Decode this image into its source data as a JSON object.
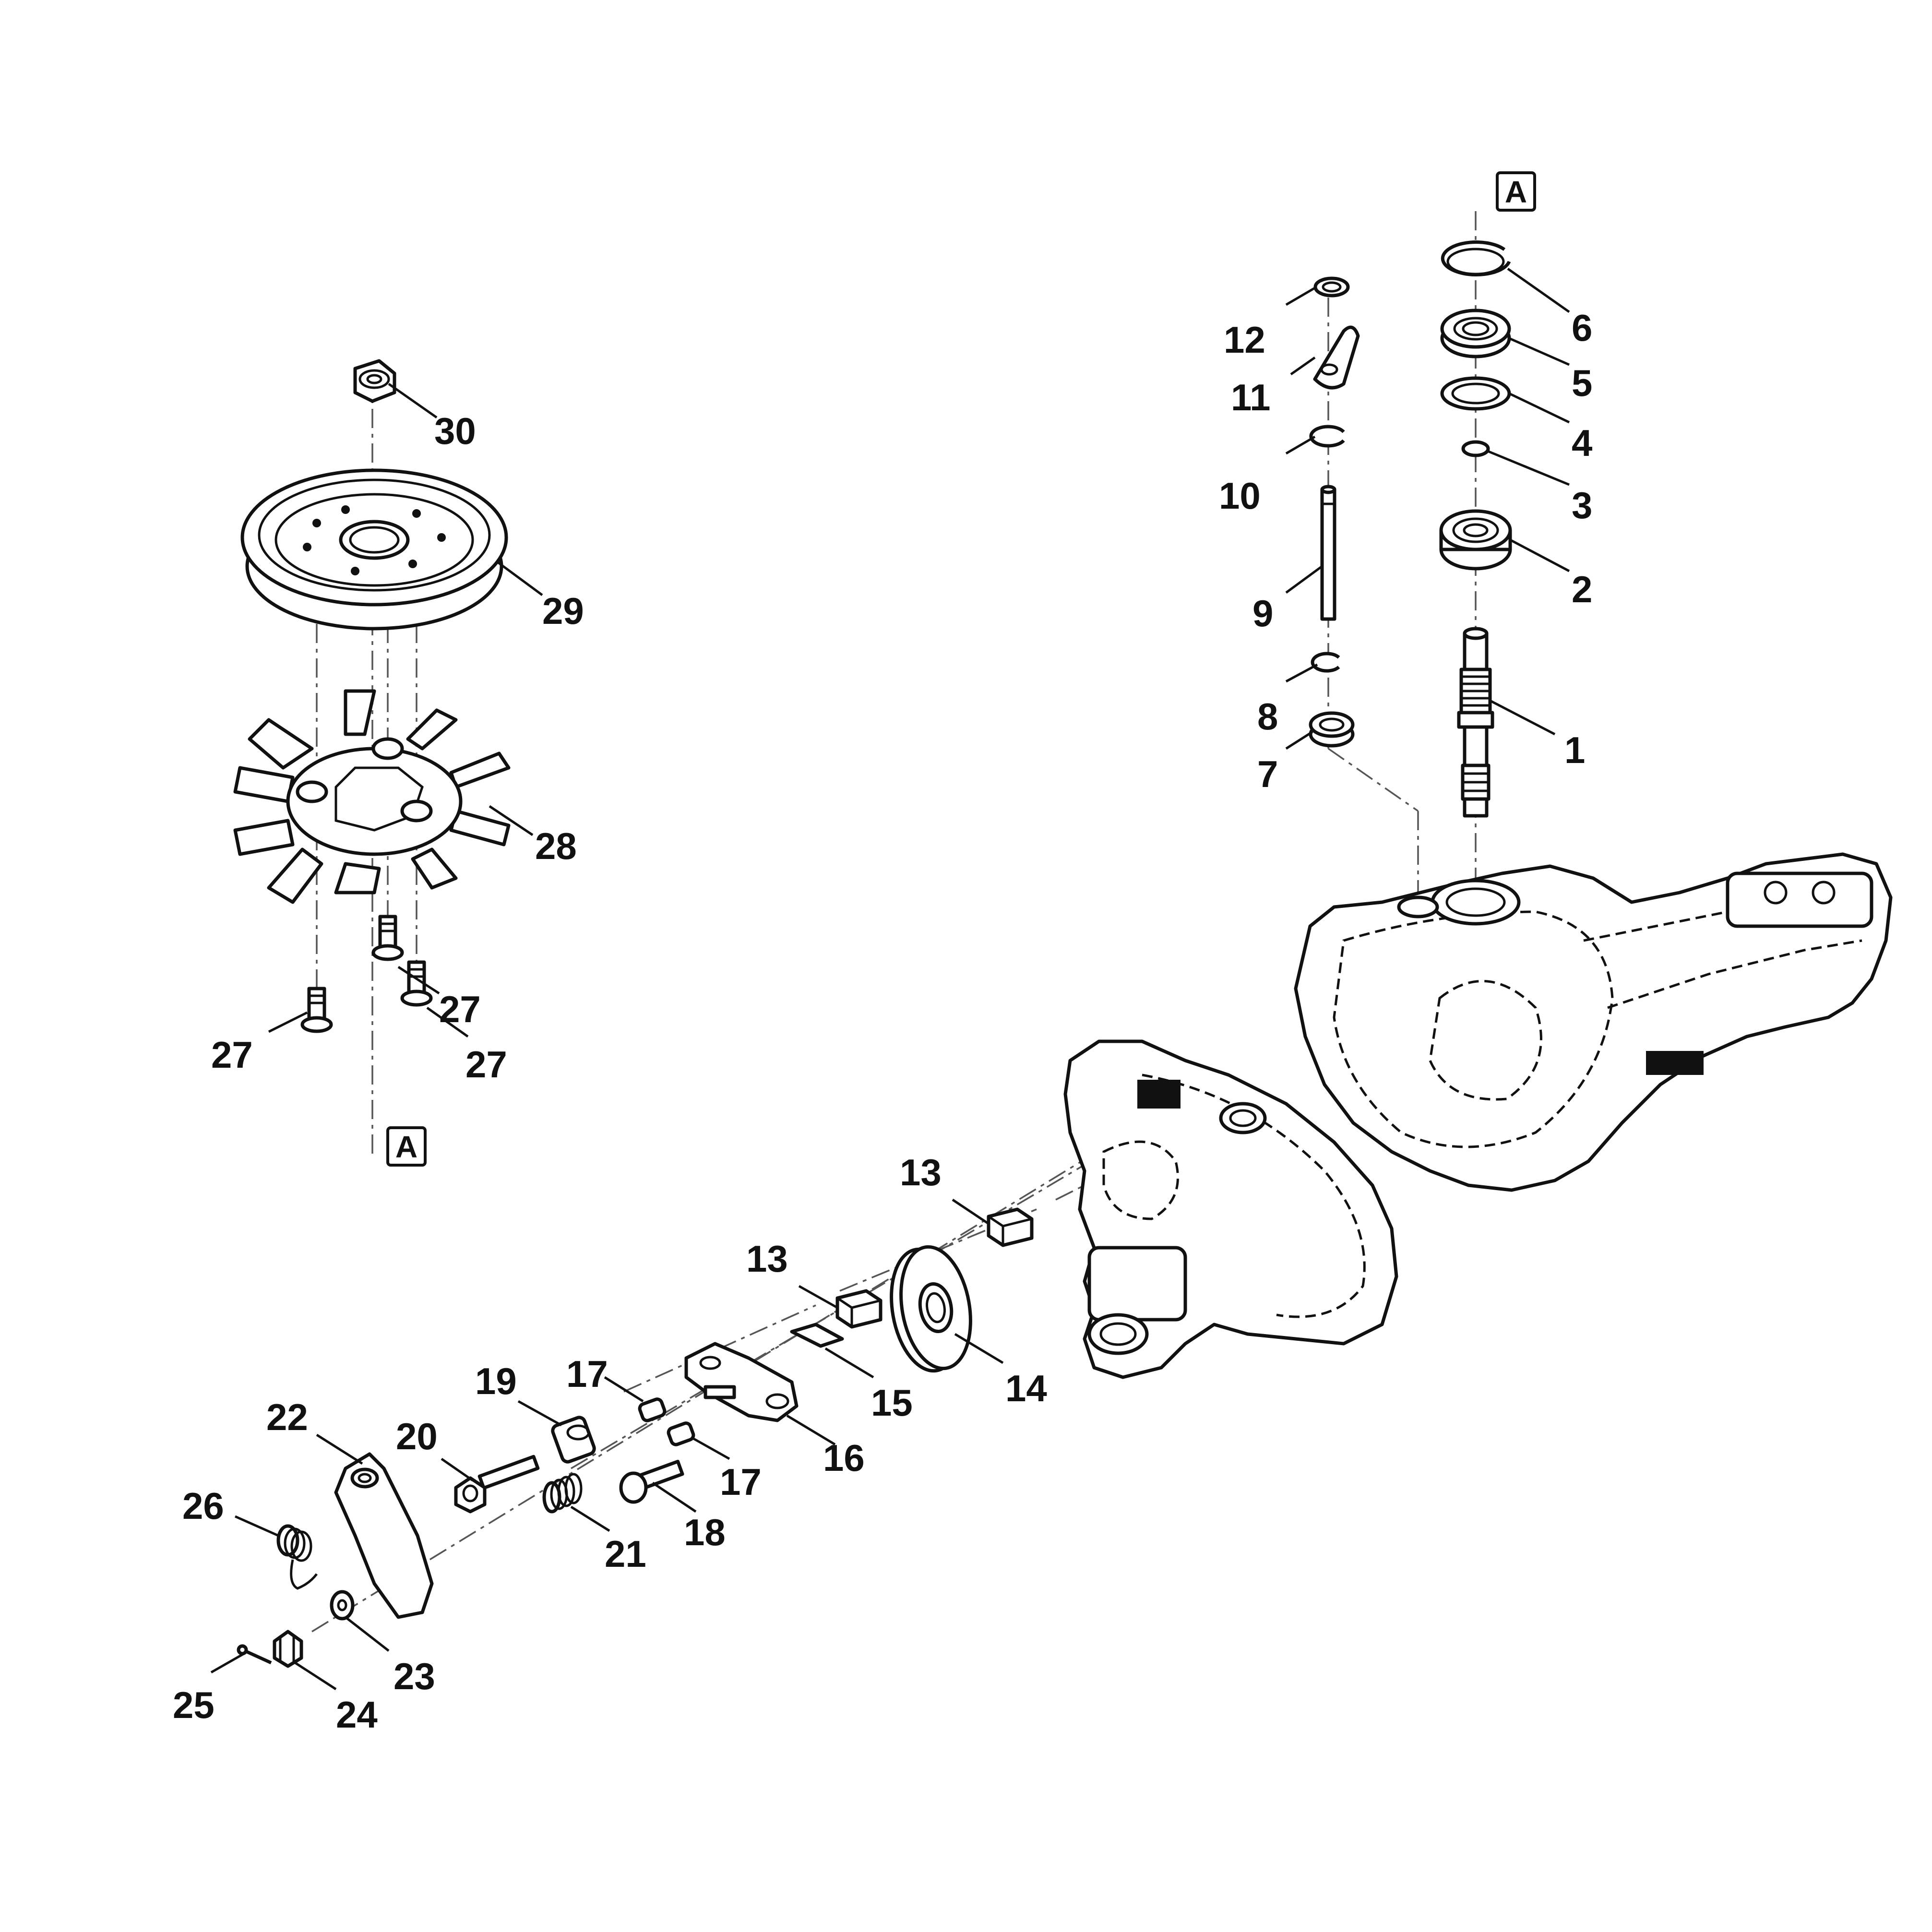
{
  "reference_marker": "A",
  "callouts": [
    {
      "id": "c1",
      "text": "1"
    },
    {
      "id": "c2",
      "text": "2"
    },
    {
      "id": "c3",
      "text": "3"
    },
    {
      "id": "c4",
      "text": "4"
    },
    {
      "id": "c5",
      "text": "5"
    },
    {
      "id": "c6",
      "text": "6"
    },
    {
      "id": "c7",
      "text": "7"
    },
    {
      "id": "c8",
      "text": "8"
    },
    {
      "id": "c9",
      "text": "9"
    },
    {
      "id": "c10",
      "text": "10"
    },
    {
      "id": "c11",
      "text": "11"
    },
    {
      "id": "c12",
      "text": "12"
    },
    {
      "id": "c13a",
      "text": "13"
    },
    {
      "id": "c13b",
      "text": "13"
    },
    {
      "id": "c14",
      "text": "14"
    },
    {
      "id": "c15",
      "text": "15"
    },
    {
      "id": "c16",
      "text": "16"
    },
    {
      "id": "c17a",
      "text": "17"
    },
    {
      "id": "c17b",
      "text": "17"
    },
    {
      "id": "c18",
      "text": "18"
    },
    {
      "id": "c19",
      "text": "19"
    },
    {
      "id": "c20",
      "text": "20"
    },
    {
      "id": "c21",
      "text": "21"
    },
    {
      "id": "c22",
      "text": "22"
    },
    {
      "id": "c23",
      "text": "23"
    },
    {
      "id": "c24",
      "text": "24"
    },
    {
      "id": "c25",
      "text": "25"
    },
    {
      "id": "c26",
      "text": "26"
    },
    {
      "id": "c27a",
      "text": "27"
    },
    {
      "id": "c27b",
      "text": "27"
    },
    {
      "id": "c27c",
      "text": "27"
    },
    {
      "id": "c28",
      "text": "28"
    },
    {
      "id": "c29",
      "text": "29"
    },
    {
      "id": "c30",
      "text": "30"
    }
  ]
}
